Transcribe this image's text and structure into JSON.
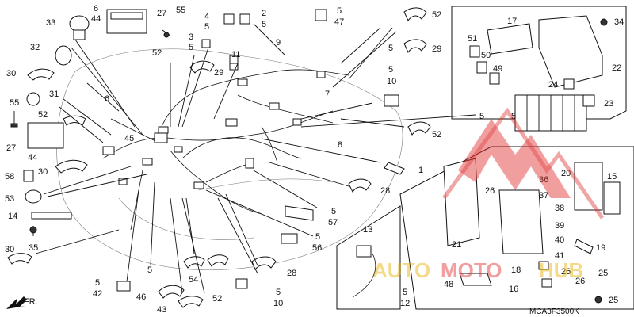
{
  "diagram": {
    "code": "MCA3F3500K",
    "direction": "FR.",
    "watermark": {
      "text_1": "AUTO",
      "text_2": "MOTO",
      "text_3": "HUB",
      "color_red": "#e03030",
      "color_gold": "#e8b000"
    },
    "callouts": {
      "c1": "1",
      "c2": "2",
      "c2b": "5",
      "c3": "3",
      "c3b": "5",
      "c4": "4",
      "c4b": "5",
      "c5a": "5",
      "c5b": "47",
      "c6": "6",
      "c6b": "44",
      "c7": "7",
      "c8": "8",
      "c9": "9",
      "c10a": "5",
      "c10b": "10",
      "c10c": "5",
      "c10d": "10",
      "c11": "11",
      "c12a": "5",
      "c12b": "12",
      "c13": "13",
      "c14": "14",
      "c15": "15",
      "c16": "16",
      "c17": "17",
      "c18": "18",
      "c19": "19",
      "c20": "20",
      "c21": "21",
      "c22": "22",
      "c23": "23",
      "c24": "24",
      "c25a": "25",
      "c25b": "25",
      "c26a": "26",
      "c26b": "26",
      "c26c": "26",
      "c27a": "27",
      "c27b": "27",
      "c28a": "28",
      "c28b": "28",
      "c29a": "29",
      "c29b": "29",
      "c30a": "30",
      "c30b": "30",
      "c30c": "30",
      "c31": "31",
      "c32": "32",
      "c33": "33",
      "c34": "34",
      "c35": "35",
      "c36": "36",
      "c37": "37",
      "c38": "38",
      "c39": "39",
      "c40": "40",
      "c41": "41",
      "c42a": "5",
      "c42b": "42",
      "c43": "43",
      "c44": "44",
      "c45": "45",
      "c46": "46",
      "c48": "48",
      "c49": "49",
      "c50": "50",
      "c51": "51",
      "c52a": "52",
      "c52b": "52",
      "c52c": "52",
      "c52d": "52",
      "c52e": "52",
      "c53": "53",
      "c54": "54",
      "c55a": "55",
      "c55b": "55",
      "c56a": "5",
      "c56b": "56",
      "c57a": "5",
      "c57b": "57",
      "c58": "58",
      "c5m": "5",
      "c5n": "5",
      "c5p": "5",
      "c5q": "5",
      "c6b2": "6"
    }
  }
}
